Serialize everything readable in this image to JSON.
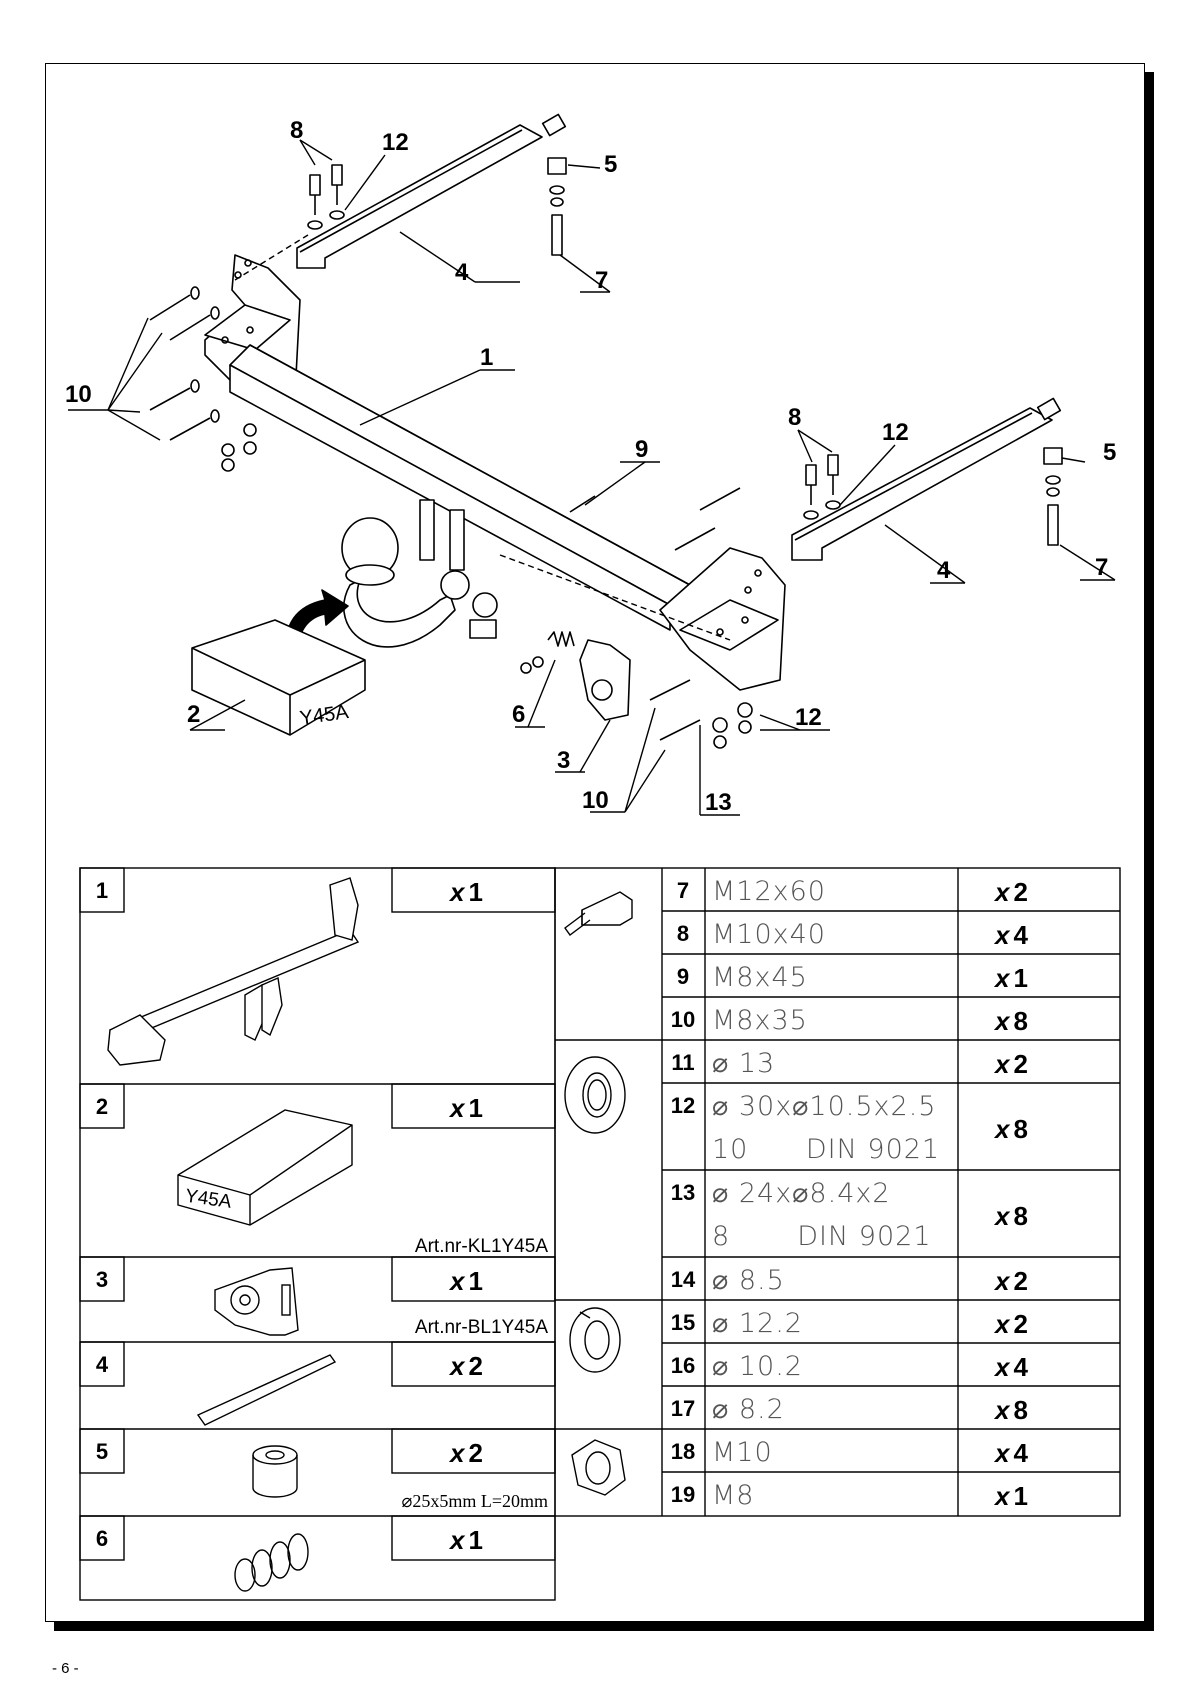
{
  "callouts": {
    "c8a": "8",
    "c12a": "12",
    "c5a": "5",
    "c4a": "4",
    "c7a": "7",
    "c10a": "10",
    "c1": "1",
    "c9": "9",
    "c8b": "8",
    "c12b": "12",
    "c5b": "5",
    "c4b": "4",
    "c7b": "7",
    "c2": "2",
    "c6": "6",
    "c3": "3",
    "c10b": "10",
    "c13": "13",
    "c12c": "12"
  },
  "box_label": "Y45A",
  "parts_left": [
    {
      "num": "1",
      "qty_x": "x",
      "qty": "1"
    },
    {
      "num": "2",
      "qty_x": "x",
      "qty": "1",
      "art": "Art.nr-KL1Y45A",
      "box_label": "Y45A"
    },
    {
      "num": "3",
      "qty_x": "x",
      "qty": "1",
      "art": "Art.nr-BL1Y45A"
    },
    {
      "num": "4",
      "qty_x": "x",
      "qty": "2"
    },
    {
      "num": "5",
      "qty_x": "x",
      "qty": "2",
      "dim": "⌀25x5mm L=20mm"
    },
    {
      "num": "6",
      "qty_x": "x",
      "qty": "1"
    }
  ],
  "parts_right": [
    {
      "num": "7",
      "spec": "M12x60",
      "qty_x": "x",
      "qty": "2"
    },
    {
      "num": "8",
      "spec": "M10x40",
      "qty_x": "x",
      "qty": "4"
    },
    {
      "num": "9",
      "spec": "M8x45",
      "qty_x": "x",
      "qty": "1"
    },
    {
      "num": "10",
      "spec": "M8x35",
      "qty_x": "x",
      "qty": "8"
    },
    {
      "num": "11",
      "spec": "⌀ 13",
      "qty_x": "x",
      "qty": "2"
    },
    {
      "num": "12",
      "spec": "⌀ 30x⌀10.5x2.5",
      "spec2": "10      DIN 9021",
      "qty_x": "x",
      "qty": "8"
    },
    {
      "num": "13",
      "spec": "⌀ 24x⌀8.4x2",
      "spec2": "8       DIN 9021",
      "qty_x": "x",
      "qty": "8"
    },
    {
      "num": "14",
      "spec": "⌀ 8.5",
      "qty_x": "x",
      "qty": "2"
    },
    {
      "num": "15",
      "spec": "⌀ 12.2",
      "qty_x": "x",
      "qty": "2"
    },
    {
      "num": "16",
      "spec": "⌀ 10.2",
      "qty_x": "x",
      "qty": "4"
    },
    {
      "num": "17",
      "spec": "⌀ 8.2",
      "qty_x": "x",
      "qty": "8"
    },
    {
      "num": "18",
      "spec": "M10",
      "qty_x": "x",
      "qty": "4"
    },
    {
      "num": "19",
      "spec": "M8",
      "qty_x": "x",
      "qty": "1"
    }
  ],
  "footer": "- 6 -"
}
